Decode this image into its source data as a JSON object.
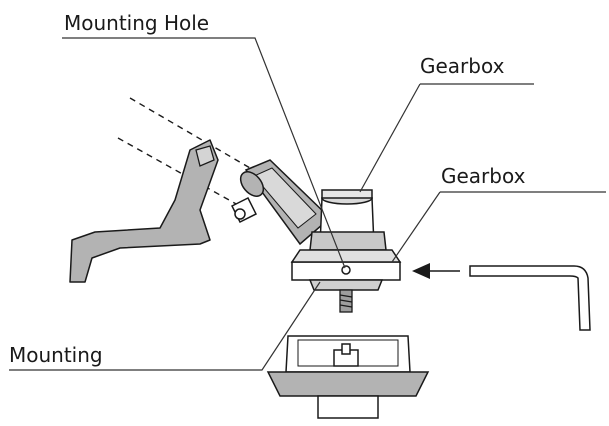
{
  "labels": {
    "mounting_hole": "Mounting Hole",
    "gearbox_top": "Gearbox",
    "gearbox_mid": "Gearbox",
    "mounting": "Mounting"
  },
  "colors": {
    "stroke": "#1a1a1a",
    "part_fill": "#b3b3b3",
    "light_fill": "#ffffff"
  }
}
